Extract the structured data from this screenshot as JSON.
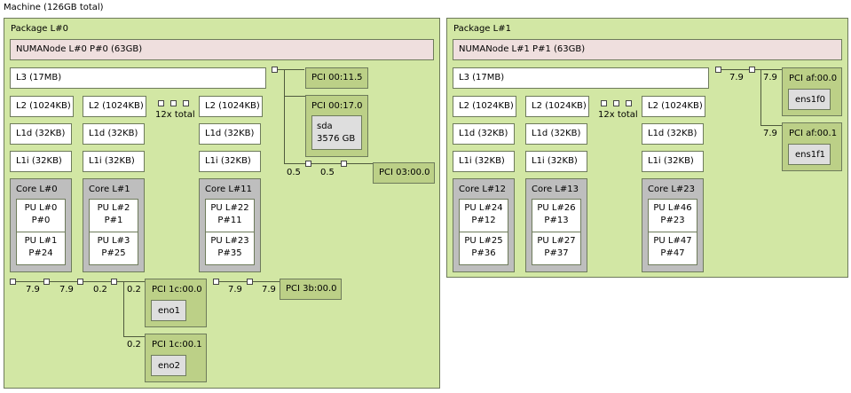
{
  "machine": {
    "title": "Machine (126GB total)"
  },
  "packages": [
    {
      "title": "Package L#0",
      "numa": "NUMANode L#0 P#0 (63GB)",
      "l3": "L3 (17MB)",
      "l2": [
        "L2 (1024KB)",
        "L2 (1024KB)",
        "L2 (1024KB)"
      ],
      "l1d": [
        "L1d (32KB)",
        "L1d (32KB)",
        "L1d (32KB)"
      ],
      "l1i": [
        "L1i (32KB)",
        "L1i (32KB)",
        "L1i (32KB)"
      ],
      "collapsed": "12x total",
      "cores": [
        {
          "title": "Core L#0",
          "pus": [
            [
              "PU L#0",
              "P#0"
            ],
            [
              "PU L#1",
              "P#24"
            ]
          ]
        },
        {
          "title": "Core L#1",
          "pus": [
            [
              "PU L#2",
              "P#1"
            ],
            [
              "PU L#3",
              "P#25"
            ]
          ]
        },
        {
          "title": "Core L#11",
          "pus": [
            [
              "PU L#22",
              "P#11"
            ],
            [
              "PU L#23",
              "P#35"
            ]
          ]
        }
      ],
      "pci": {
        "p0011": "PCI 00:11.5",
        "p0017": "PCI 00:17.0",
        "sda": [
          "sda",
          "3576 GB"
        ],
        "p0300": "PCI 03:00.0",
        "p1c0": "PCI 1c:00.0",
        "eno1": "eno1",
        "p1c1": "PCI 1c:00.1",
        "eno2": "eno2",
        "p3b": "PCI 3b:00.0"
      },
      "bw": {
        "a": "0.5",
        "b": "0.5",
        "c": "7.9",
        "d": "7.9",
        "e": "0.2",
        "f": "0.2",
        "g": "0.2",
        "h": "7.9",
        "i": "7.9"
      }
    },
    {
      "title": "Package L#1",
      "numa": "NUMANode L#1 P#1 (63GB)",
      "l3": "L3 (17MB)",
      "l2": [
        "L2 (1024KB)",
        "L2 (1024KB)",
        "L2 (1024KB)"
      ],
      "l1d": [
        "L1d (32KB)",
        "L1d (32KB)",
        "L1d (32KB)"
      ],
      "l1i": [
        "L1i (32KB)",
        "L1i (32KB)",
        "L1i (32KB)"
      ],
      "collapsed": "12x total",
      "cores": [
        {
          "title": "Core L#12",
          "pus": [
            [
              "PU L#24",
              "P#12"
            ],
            [
              "PU L#25",
              "P#36"
            ]
          ]
        },
        {
          "title": "Core L#13",
          "pus": [
            [
              "PU L#26",
              "P#13"
            ],
            [
              "PU L#27",
              "P#37"
            ]
          ]
        },
        {
          "title": "Core L#23",
          "pus": [
            [
              "PU L#46",
              "P#23"
            ],
            [
              "PU L#47",
              "P#47"
            ]
          ]
        }
      ],
      "pci": {
        "paf0": "PCI af:00.0",
        "ens1f0": "ens1f0",
        "paf1": "PCI af:00.1",
        "ens1f1": "ens1f1"
      },
      "bw": {
        "a": "7.9",
        "b": "7.9",
        "c": "7.9"
      }
    }
  ]
}
